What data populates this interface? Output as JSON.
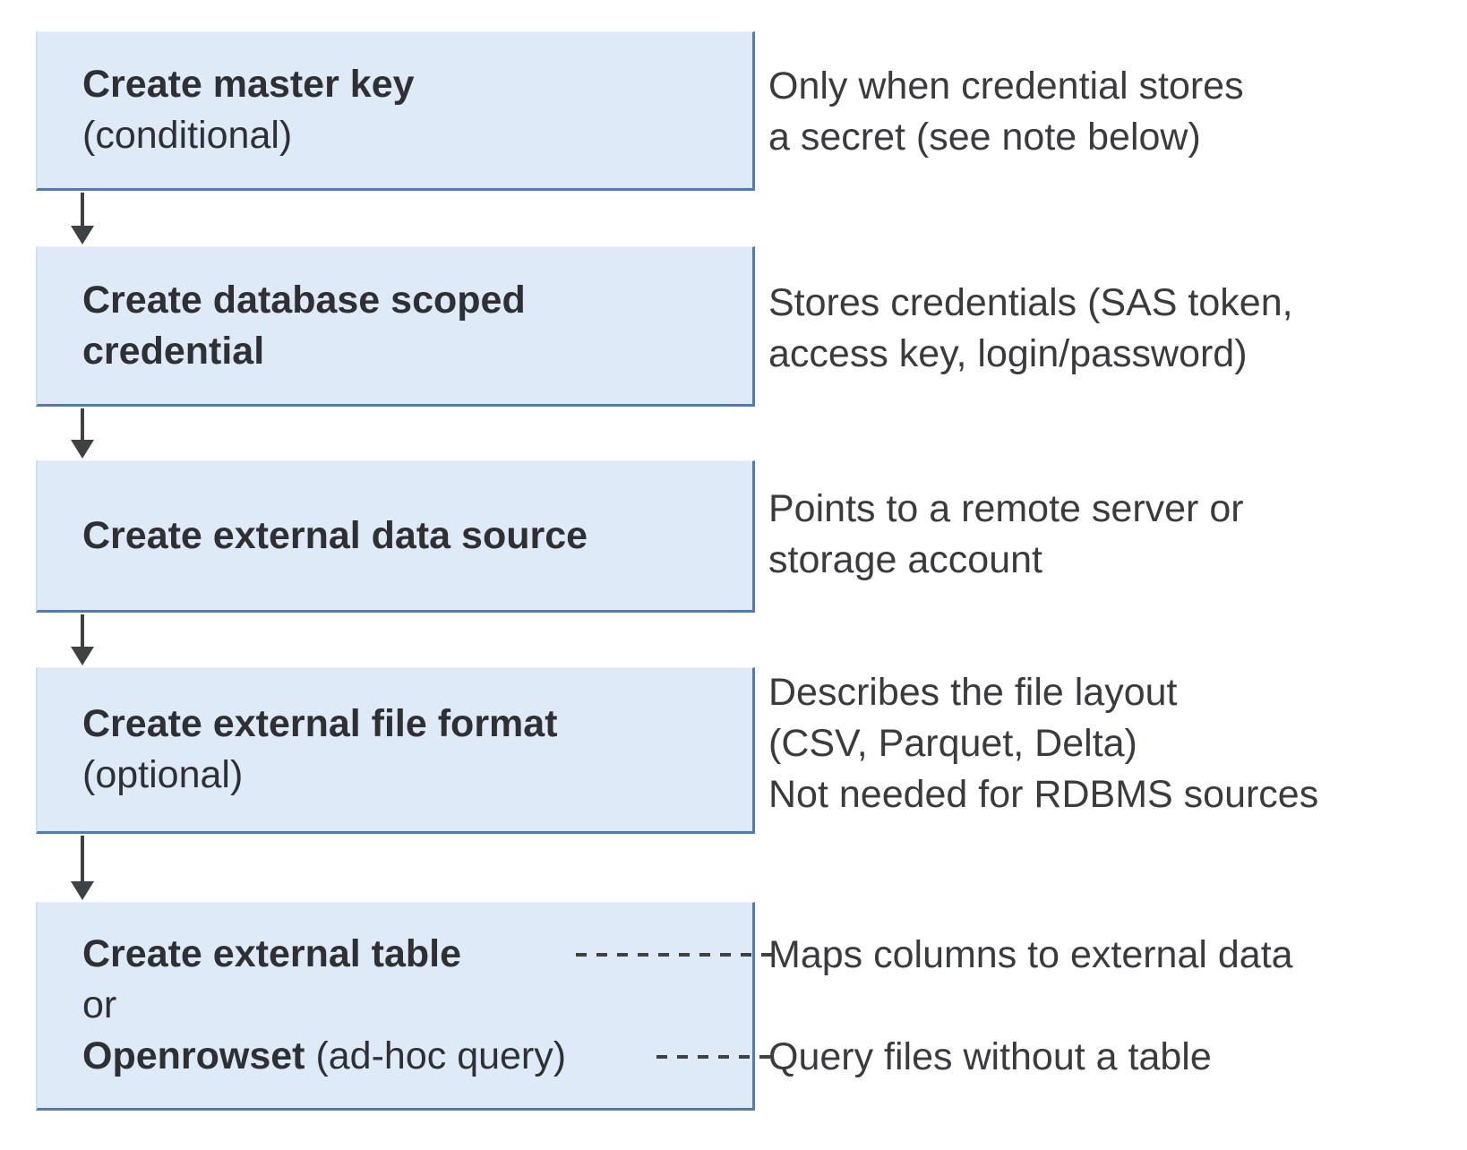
{
  "colors": {
    "box_fill": "#dfeaf8",
    "box_border": "#4e7eaf",
    "arrow": "#3f4245",
    "title_text": "#2f3033",
    "body_text": "#3a3b3d"
  },
  "steps": [
    {
      "line1": "Create master key",
      "line2": "(conditional)"
    },
    {
      "line1": "Create database scoped",
      "line2": "credential"
    },
    {
      "line1": "Create external data source"
    },
    {
      "line1": "Create external file format",
      "line2": "(optional)"
    },
    {
      "line1": "Create external table",
      "line2": "or",
      "line3_bold": "Openrowset",
      "line3_regular": " (ad-hoc query)"
    }
  ],
  "annotations": [
    {
      "lines": [
        "Only when credential stores",
        "a secret (see note below)"
      ]
    },
    {
      "lines": [
        "Stores credentials (SAS token,",
        "access key, login/password)"
      ]
    },
    {
      "lines": [
        "Points to a remote server or",
        "storage account"
      ]
    },
    {
      "lines": [
        "Describes the file layout",
        "(CSV, Parquet, Delta)",
        "Not needed for RDBMS sources"
      ]
    },
    {
      "lines": [
        "Maps columns to external data"
      ]
    },
    {
      "lines": [
        "Query files without a table"
      ]
    }
  ]
}
